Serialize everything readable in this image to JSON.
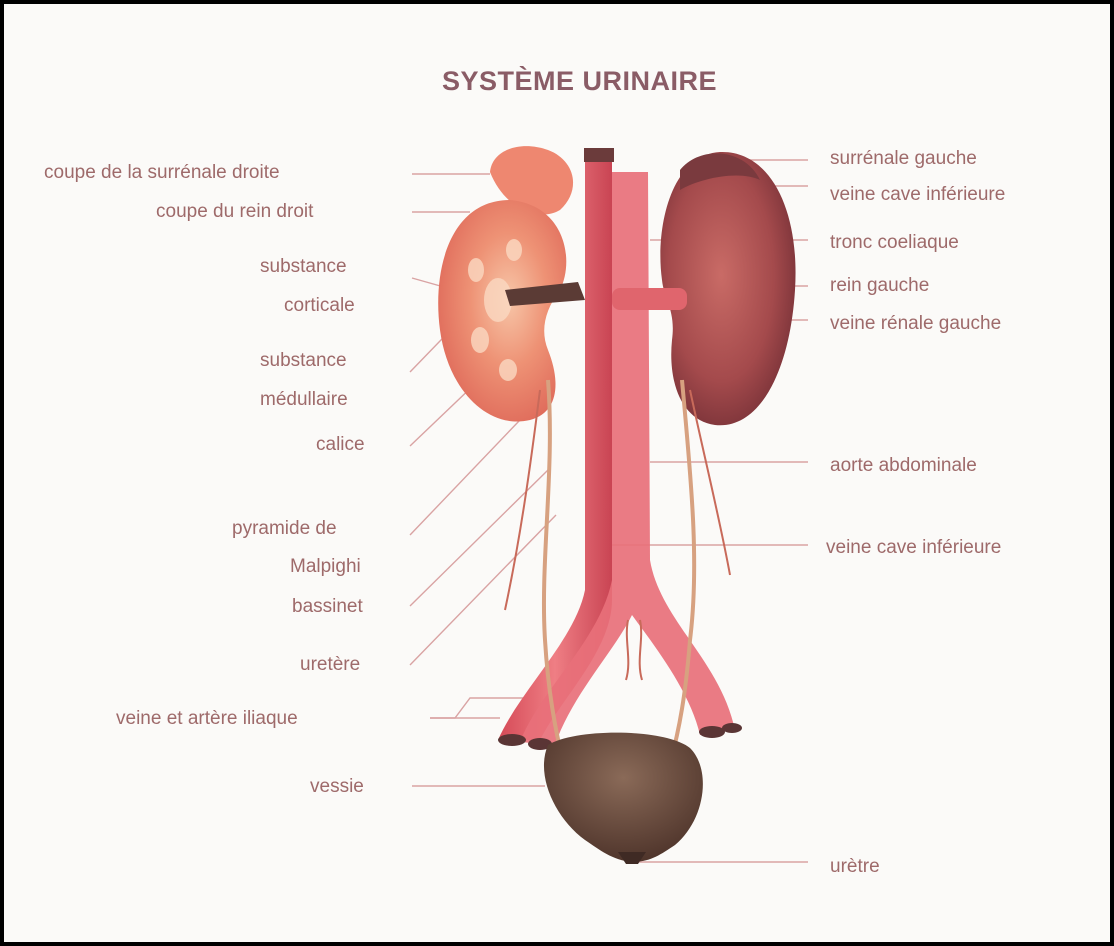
{
  "title": "SYSTÈME URINAIRE",
  "labels": {
    "left": {
      "coupe_surrenale_droite": "coupe de la surrénale droite",
      "coupe_rein_droit": "coupe du rein droit",
      "substance_corticale_1": "substance",
      "substance_corticale_2": "corticale",
      "substance_medullaire_1": "substance",
      "substance_medullaire_2": "médullaire",
      "calice": "calice",
      "pyramide_1": "pyramide de",
      "pyramide_2": "Malpighi",
      "bassinet": "bassinet",
      "uretere": "uretère",
      "veine_artere_iliaque": "veine et artère iliaque",
      "vessie": "vessie"
    },
    "right": {
      "surrenale_gauche": "surrénale gauche",
      "veine_cave_inferieure_top": "veine cave inférieure",
      "tronc_coeliaque": "tronc coeliaque",
      "rein_gauche": "rein gauche",
      "veine_renale_gauche": "veine rénale gauche",
      "aorte_abdominale": "aorte abdominale",
      "veine_cave_inferieure": "veine cave inférieure",
      "uretre": "urètre"
    }
  },
  "colors": {
    "label_text": "#9e6a6a",
    "title_text": "#8a5c66",
    "leader_line": "#d9a3a3",
    "kidney": "#e9836e",
    "kidney_dark": "#8c3a3a",
    "vessel": "#e0646c",
    "bladder": "#6e4a3f"
  }
}
